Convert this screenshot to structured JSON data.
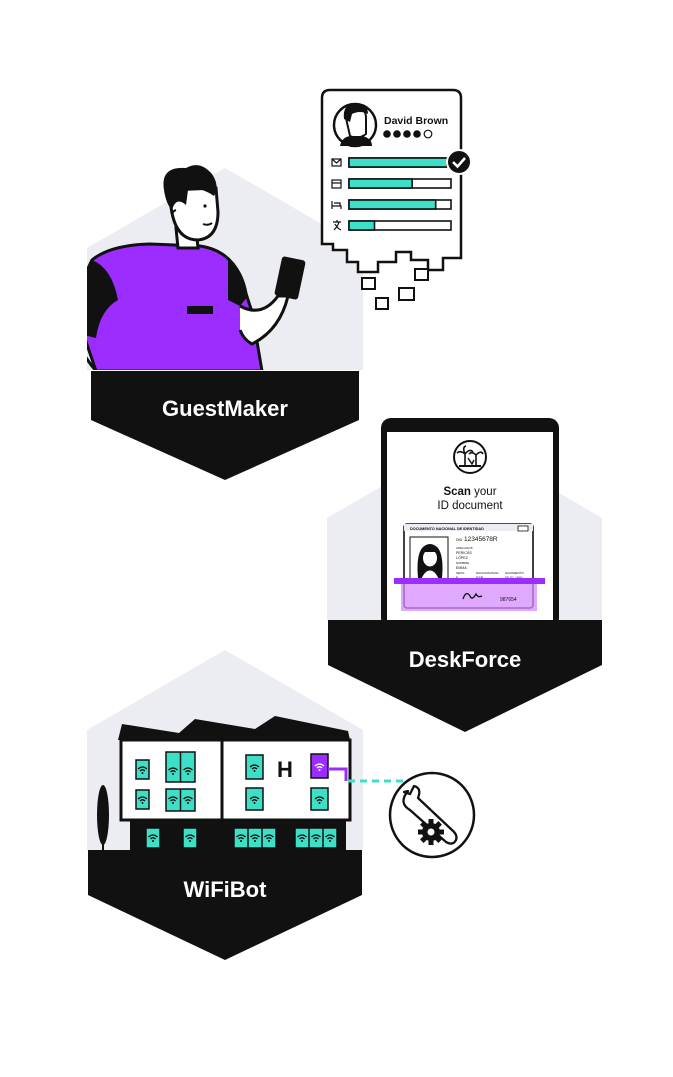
{
  "colors": {
    "purple": "#9b2eff",
    "purple_light": "#d48cff",
    "teal": "#3de0c6",
    "hex_bg": "#ececf3",
    "black": "#111111",
    "white": "#ffffff"
  },
  "guestmaker": {
    "label": "GuestMaker",
    "profile": {
      "name": "David Brown",
      "rating": 4,
      "rating_max": 5,
      "rows": [
        {
          "icon": "envelope-icon",
          "progress": 0.96
        },
        {
          "icon": "calendar-icon",
          "progress": 0.62
        },
        {
          "icon": "bed-icon",
          "progress": 0.85
        },
        {
          "icon": "language-icon",
          "progress": 0.25
        }
      ]
    }
  },
  "deskforce": {
    "label": "DeskForce",
    "scan_bold": "Scan",
    "scan_rest": " your",
    "scan_line2": "ID document",
    "id_card": {
      "header": "DOCUMENTO NACIONAL DE IDENTIDAD",
      "dni_prefix": "DNI",
      "number": "12345678R",
      "surname_label": "APELLIDOS",
      "surname1": "PERICÁS",
      "surname2": "LÓPEZ",
      "name_label": "NOMBRE",
      "name": "EMMA",
      "sex_label": "SEXO",
      "sex": "F",
      "nationality_label": "NACIONALIDAD",
      "nationality": "ESP",
      "birth_label": "NACIMIENTO",
      "birth": "05 01 1991",
      "support_number": "987654"
    }
  },
  "wifibot": {
    "label": "WiFiBot",
    "hotel_letter": "H"
  }
}
